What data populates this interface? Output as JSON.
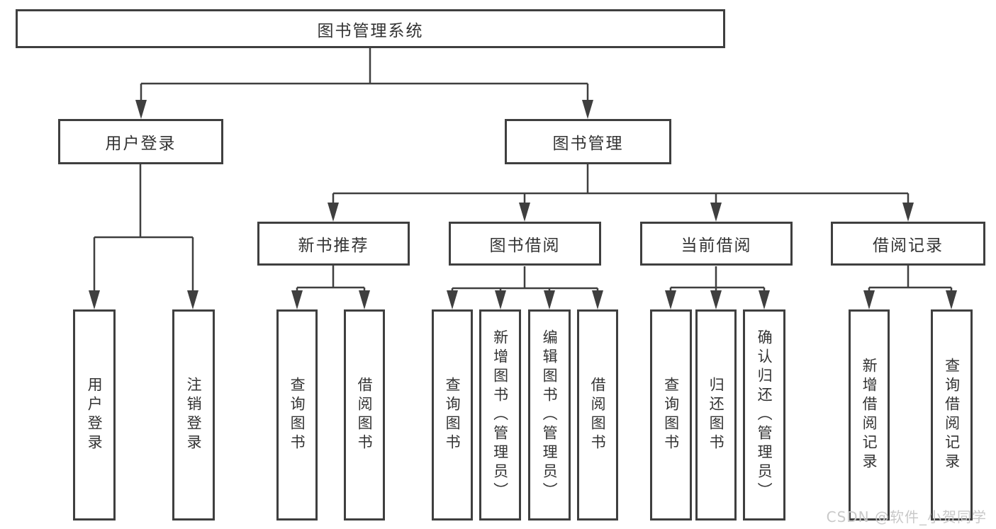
{
  "diagram": {
    "title": "图书管理系统",
    "line_color": "#3f3f3f",
    "text_color": "#333333",
    "root": {
      "label": "图书管理系统"
    },
    "level2": [
      {
        "label": "用户登录",
        "parent": "图书管理系统"
      },
      {
        "label": "图书管理",
        "parent": "图书管理系统"
      }
    ],
    "level3": [
      {
        "label": "新书推荐",
        "parent": "图书管理"
      },
      {
        "label": "图书借阅",
        "parent": "图书管理"
      },
      {
        "label": "当前借阅",
        "parent": "图书管理"
      },
      {
        "label": "借阅记录",
        "parent": "图书管理"
      }
    ],
    "leaves": [
      {
        "label": "用户登录",
        "parent": "用户登录"
      },
      {
        "label": "注销登录",
        "parent": "用户登录"
      },
      {
        "label": "查询图书",
        "parent": "新书推荐"
      },
      {
        "label": "借阅图书",
        "parent": "新书推荐"
      },
      {
        "label": "查询图书",
        "parent": "图书借阅"
      },
      {
        "label": "新增图书（管理员）",
        "parent": "图书借阅"
      },
      {
        "label": "编辑图书（管理员）",
        "parent": "图书借阅"
      },
      {
        "label": "借阅图书",
        "parent": "图书借阅"
      },
      {
        "label": "查询图书",
        "parent": "当前借阅"
      },
      {
        "label": "归还图书",
        "parent": "当前借阅"
      },
      {
        "label": "确认归还（管理员）",
        "parent": "当前借阅"
      },
      {
        "label": "新增借阅记录",
        "parent": "借阅记录"
      },
      {
        "label": "查询借阅记录",
        "parent": "借阅记录"
      }
    ]
  },
  "watermark": {
    "text": "CSDN @软件_小贺同学",
    "color": "#c9c9c9"
  }
}
